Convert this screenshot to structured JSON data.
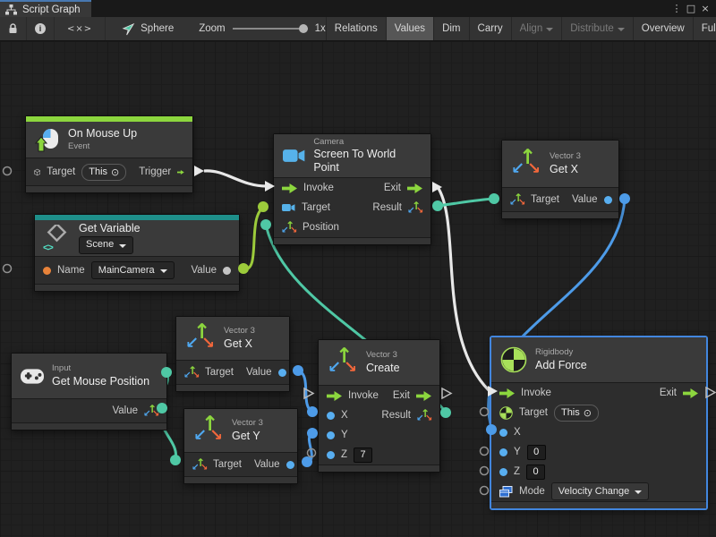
{
  "titlebar": {
    "tab_label": "Script Graph"
  },
  "icons": {
    "kebab": "⋮",
    "maximize": "□",
    "close": "×",
    "code_view": "<×>",
    "target_picker": "⊙",
    "info_glyph": "i"
  },
  "toolbar": {
    "context_label": "Sphere",
    "zoom_label": "Zoom",
    "zoom_value": "1x",
    "buttons": [
      {
        "label": "Relations",
        "state": "normal"
      },
      {
        "label": "Values",
        "state": "active"
      },
      {
        "label": "Dim",
        "state": "normal"
      },
      {
        "label": "Carry",
        "state": "normal"
      },
      {
        "label": "Align",
        "state": "disabled",
        "dropdown": true
      },
      {
        "label": "Distribute",
        "state": "disabled",
        "dropdown": true
      },
      {
        "label": "Overview",
        "state": "normal"
      },
      {
        "label": "Full Screen",
        "state": "normal"
      }
    ]
  },
  "nodes": {
    "on_mouse_up": {
      "title": "On Mouse Up",
      "subtitle": "Event",
      "accent_color": "#8CD63E",
      "target_label": "Target",
      "target_value": "This",
      "trigger_label": "Trigger"
    },
    "get_variable": {
      "title": "Get Variable",
      "scope_value": "Scene",
      "accent_color": "#1E8F8A",
      "name_label": "Name",
      "name_value": "MainCamera",
      "value_label": "Value"
    },
    "screen_to_world": {
      "subtitle": "Camera",
      "title": "Screen To World Point",
      "invoke_label": "Invoke",
      "exit_label": "Exit",
      "target_label": "Target",
      "result_label": "Result",
      "position_label": "Position"
    },
    "get_x_top": {
      "subtitle": "Vector 3",
      "title": "Get X",
      "target_label": "Target",
      "value_label": "Value"
    },
    "get_mouse_position": {
      "subtitle": "Input",
      "title": "Get Mouse Position",
      "value_label": "Value"
    },
    "get_x_mid": {
      "subtitle": "Vector 3",
      "title": "Get X",
      "target_label": "Target",
      "value_label": "Value"
    },
    "get_y": {
      "subtitle": "Vector 3",
      "title": "Get Y",
      "target_label": "Target",
      "value_label": "Value"
    },
    "vector3_create": {
      "subtitle": "Vector 3",
      "title": "Create",
      "invoke_label": "Invoke",
      "exit_label": "Exit",
      "x_label": "X",
      "y_label": "Y",
      "z_label": "Z",
      "z_value": "7",
      "result_label": "Result"
    },
    "add_force": {
      "subtitle": "Rigidbody",
      "title": "Add Force",
      "selected": true,
      "invoke_label": "Invoke",
      "exit_label": "Exit",
      "target_label": "Target",
      "target_value": "This",
      "x_label": "X",
      "y_label": "Y",
      "y_value": "0",
      "z_label": "Z",
      "z_value": "0",
      "mode_label": "Mode",
      "mode_value": "Velocity Change"
    }
  },
  "connections": [
    {
      "from": "on_mouse_up.trigger",
      "to": "screen_to_world.invoke",
      "type": "flow",
      "color": "#E8E8E8"
    },
    {
      "from": "get_variable.value",
      "to": "screen_to_world.target",
      "type": "value",
      "color": "#9CCB3B"
    },
    {
      "from": "vector3_create.result",
      "to": "screen_to_world.position",
      "type": "value",
      "color": "#4FC8A5"
    },
    {
      "from": "screen_to_world.exit",
      "to": "add_force.invoke",
      "type": "flow",
      "color": "#E8E8E8"
    },
    {
      "from": "screen_to_world.result",
      "to": "get_x_top.target",
      "type": "value",
      "color": "#4FC8A5"
    },
    {
      "from": "get_x_top.value",
      "to": "add_force.x",
      "type": "value",
      "color": "#4D9BE8"
    },
    {
      "from": "get_mouse_position.value",
      "to": "get_x_mid.target",
      "type": "value",
      "color": "#4FC8A5"
    },
    {
      "from": "get_mouse_position.value",
      "to": "get_y.target",
      "type": "value",
      "color": "#4FC8A5"
    },
    {
      "from": "get_x_mid.value",
      "to": "vector3_create.x",
      "type": "value",
      "color": "#4D9BE8"
    },
    {
      "from": "get_y.value",
      "to": "vector3_create.y",
      "type": "value",
      "color": "#4D9BE8"
    }
  ]
}
